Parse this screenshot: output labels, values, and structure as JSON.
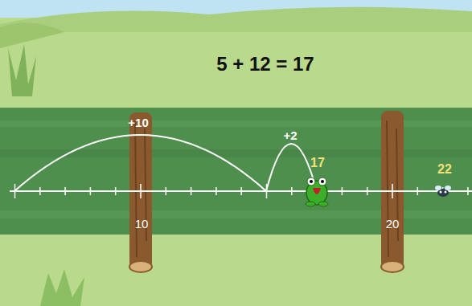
{
  "diagram": {
    "title": "5 + 12 = 17",
    "labels": [
      "+10",
      "+2",
      "17",
      "22",
      "10",
      "20"
    ]
  }
}
